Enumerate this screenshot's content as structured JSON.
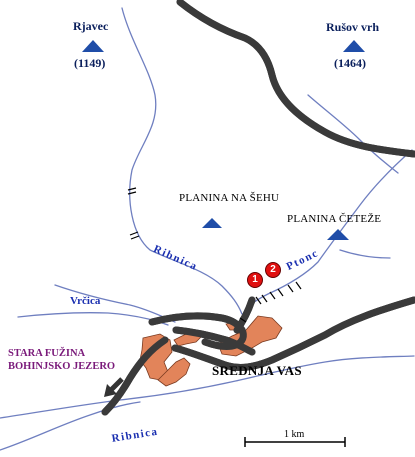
{
  "colors": {
    "road": "#f3ec1a",
    "road_outline": "#3a3a3a",
    "water": "#6f7fc0",
    "peak": "#1f4da8",
    "settlement": "#e2845a",
    "river_label": "#1a2fb0",
    "place_label": "#000000",
    "direction_label": "#7a1a7a",
    "marker": "#e01010"
  },
  "peaks": [
    {
      "name": "Rjavec",
      "elevation": "(1149)",
      "icon": "mountain-peak-icon"
    },
    {
      "name": "Rušov vrh",
      "elevation": "(1464)",
      "icon": "mountain-peak-icon"
    },
    {
      "name": "PLANINA NA ŠEHU",
      "icon": "mountain-peak-icon"
    },
    {
      "name": "PLANINA ČETEŽE",
      "icon": "mountain-peak-icon"
    }
  ],
  "rivers": {
    "ribnica_upper": "Ribnica",
    "ptonc": "Ptonc",
    "vrcica": "Vrčica",
    "ribnica_lower": "Ribnica"
  },
  "village": "SREDNJA VAS",
  "direction": {
    "line1": "STARA FUŽINA",
    "line2": "BOHINJSKO JEZERO",
    "icon": "direction-arrow-icon"
  },
  "markers": [
    "1",
    "2"
  ],
  "scale": {
    "label": "1 km"
  }
}
